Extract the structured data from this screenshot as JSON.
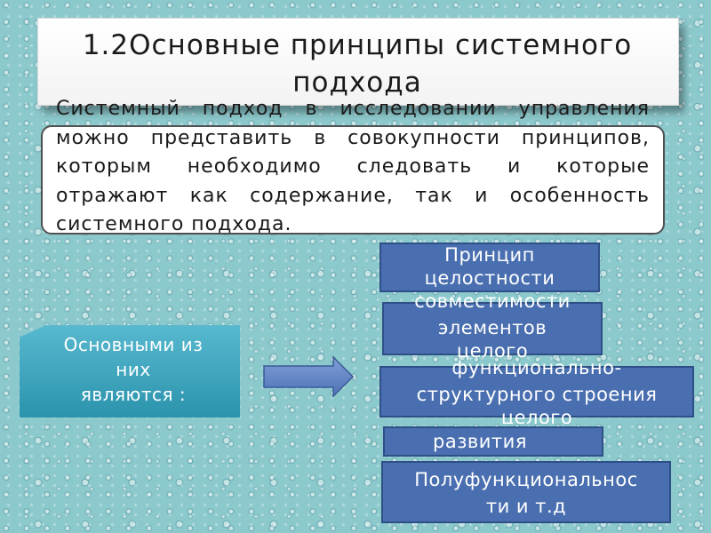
{
  "title": {
    "line1": "1.2Основные принципы системного",
    "line2": "подхода"
  },
  "intro": {
    "text": "Системный подход в исследовании управления можно представить в совокупности принципов, которым необходимо следовать и которые отражают как содержание, так и особенность системного подхода."
  },
  "left_label": {
    "line1": "Основными из",
    "line2": "них",
    "line3": "являются :"
  },
  "principles": [
    {
      "line1": "Принцип",
      "line2": "целостности"
    },
    {
      "line1": "совместимости",
      "line2": "элементов",
      "line3": "целого"
    },
    {
      "line1": "функционально-",
      "line2": "структурного строения",
      "line3": "целого"
    },
    {
      "line1": "развития"
    },
    {
      "line1": "Полуфункциональнос",
      "line2": "ти и т.д"
    }
  ],
  "colors": {
    "background": "#8cc9cd",
    "principle_box": "#4a6fb0",
    "left_shape": "#2b93ad",
    "arrow": "#5b7fc0"
  },
  "icons": [
    "right-arrow-icon"
  ]
}
